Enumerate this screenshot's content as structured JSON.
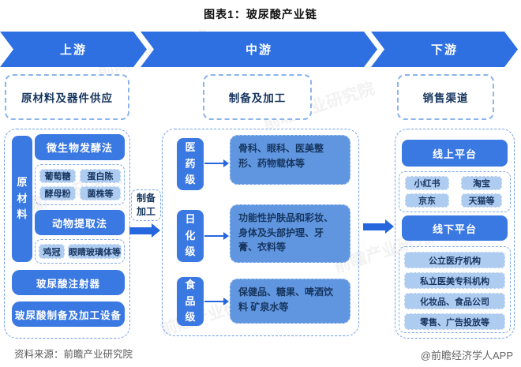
{
  "title": "图表1：玻尿酸产业链",
  "banner": {
    "segments": [
      {
        "label": "上游"
      },
      {
        "label": "中游"
      },
      {
        "label": "下游"
      }
    ]
  },
  "columns": {
    "upstream": {
      "header": "原材料及器件供应",
      "side_label": "原材料",
      "fermentation": {
        "title": "微生物发酵法",
        "items": [
          "葡萄糖",
          "蛋白陈",
          "酵母粉",
          "菌株等"
        ]
      },
      "animal": {
        "title": "动物提取法",
        "items": [
          "鸡冠",
          "眼睛玻璃体等"
        ]
      },
      "devices": [
        "玻尿酸注射器",
        "玻尿酸制备及加工设备"
      ]
    },
    "midstream": {
      "header": "制备及加工",
      "connector_label": "制备加工",
      "rows": [
        {
          "grade": "医药级",
          "applications": "骨科、眼科、医美整形、药物载体等"
        },
        {
          "grade": "日化级",
          "applications": "功能性护肤品和彩妆、身体及头部护理、牙膏、衣料等"
        },
        {
          "grade": "食品级",
          "applications": "保健品、糖果、啤酒饮料 矿泉水等"
        }
      ]
    },
    "downstream": {
      "header": "销售渠道",
      "online": {
        "title": "线上平台",
        "items": [
          "小红书",
          "淘宝",
          "京东",
          "天猫等"
        ]
      },
      "offline": {
        "title": "线下平台",
        "items": [
          "公立医疗机构",
          "私立医美专科机构",
          "化妆品、食品公司",
          "零售、广告投放等"
        ]
      }
    }
  },
  "footer": {
    "source": "资料来源：前瞻产业研究院",
    "credit": "@前瞻经济学人APP"
  },
  "watermark": "前瞻产业研究院",
  "colors": {
    "primary_blue": "#2e6fe2",
    "box_blue": "#3a78e2",
    "desc_blue": "#6096df",
    "light_blue": "#aecbf0",
    "dark_text": "#16355f"
  }
}
